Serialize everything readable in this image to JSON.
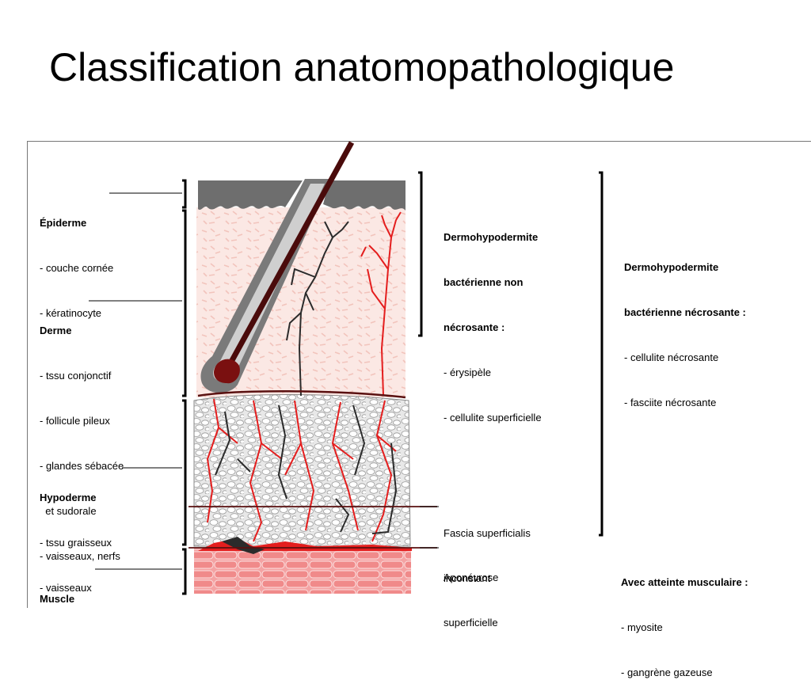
{
  "title": "Classification anatomopathologique",
  "layers": [
    {
      "heading": "Épiderme",
      "items": [
        "- couche cornée",
        "- kératinocyte"
      ]
    },
    {
      "heading": "Derme",
      "items": [
        "- tssu conjonctif",
        "- follicule pileux",
        "- glandes sébacée",
        "  et sudorale",
        "- vaisseaux, nerfs"
      ]
    },
    {
      "heading": "Hypoderme",
      "items": [
        "- tssu graisseux",
        "- vaisseaux"
      ]
    },
    {
      "heading": "Muscle",
      "items": []
    }
  ],
  "planes": [
    {
      "lines": [
        "Fascia superficialis",
        "inconstant"
      ]
    },
    {
      "lines": [
        "Aponévrose",
        "superficielle"
      ]
    }
  ],
  "classes": [
    {
      "lines": [
        "Dermohypodermite",
        "bactérienne non",
        "nécrosante :"
      ],
      "items": [
        "- érysipèle",
        "- cellulite superficielle"
      ]
    },
    {
      "lines": [
        "Dermohypodermite",
        "bactérienne nécrosante :"
      ],
      "items": [
        "- cellulite nécrosante",
        "- fasciite nécrosante"
      ]
    },
    {
      "lines": [
        "Avec atteinte musculaire :"
      ],
      "items": [
        "- myosite",
        "- gangrène gazeuse"
      ]
    }
  ],
  "colors": {
    "epidermis": "#6e6e6e",
    "dermis": "#fbe6e2",
    "fat": "#e6e6e6",
    "muscle": "#f08a8a",
    "vessel": "#e41e1e",
    "nerve": "#2b2b2b",
    "hair": "#4a0b0b"
  }
}
